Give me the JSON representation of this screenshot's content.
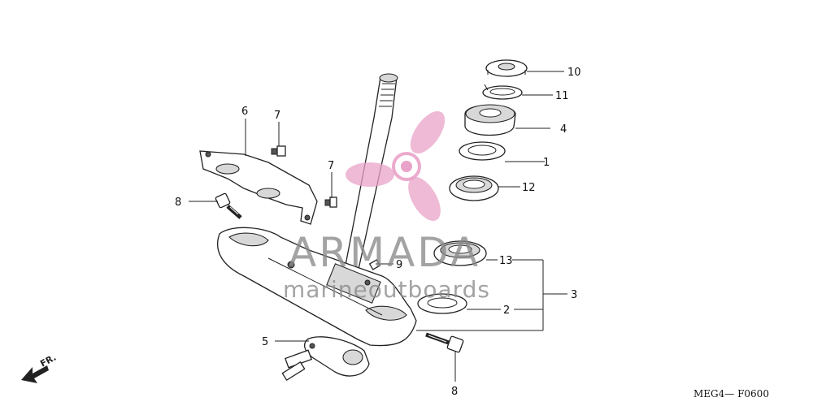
{
  "diagram_code": "MEG4— F0600",
  "front_indicator": "FR.",
  "watermark": {
    "brand": "ARMADA",
    "tagline": "marineoutboards",
    "logo_icon": "propeller-icon",
    "color": "#e9a3c8"
  },
  "callouts": {
    "c10": "10",
    "c11": "11",
    "c4": "4",
    "c1": "1",
    "c12": "12",
    "c13": "13",
    "c3": "3",
    "c2": "2",
    "c9": "9",
    "c6": "6",
    "c7a": "7",
    "c7b": "7",
    "c8a": "8",
    "c8b": "8",
    "c5": "5"
  }
}
